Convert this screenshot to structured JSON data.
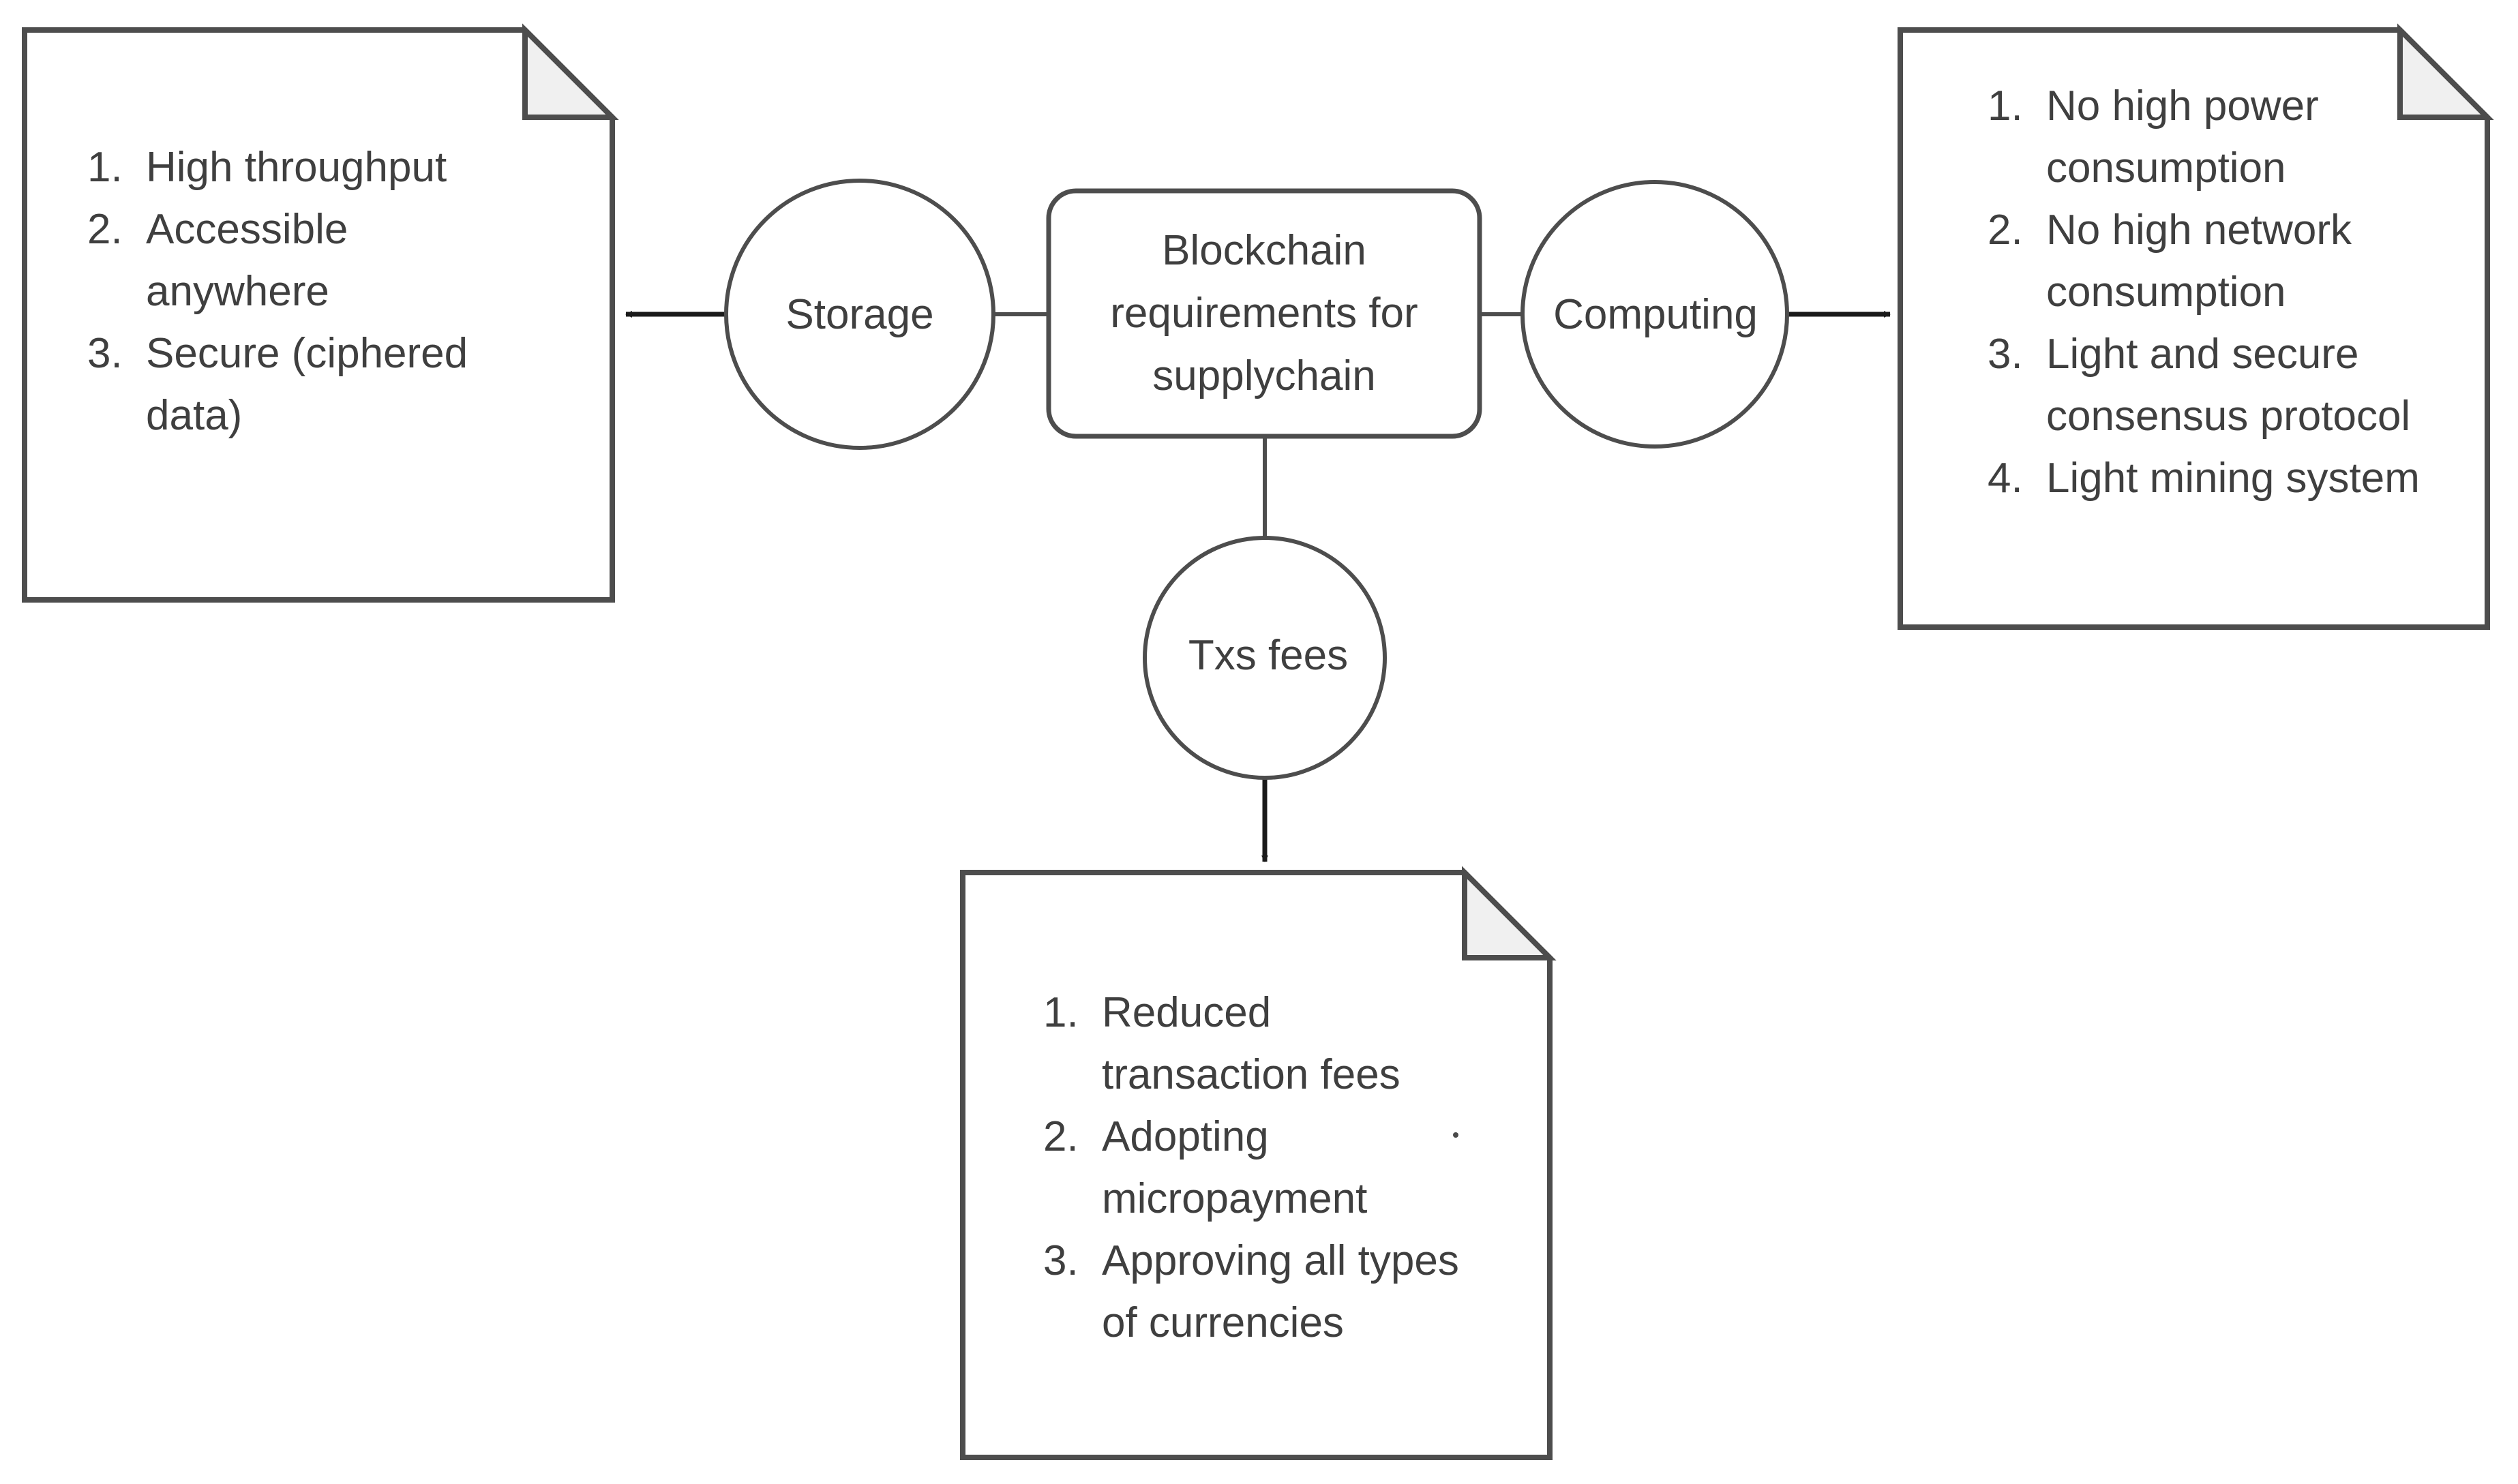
{
  "diagram": {
    "title": "Blockchain requirements for supplychain",
    "type": "concept-map",
    "colors": {
      "stroke": "#4d4d4d",
      "text": "#3f3f3f",
      "fold_fill": "#f0f0f0",
      "background": "#ffffff"
    },
    "center_node": {
      "name": "center-node",
      "shape": "rounded-rectangle",
      "lines": [
        "Blockchain",
        "requirements for",
        "supplychain"
      ]
    },
    "branch_nodes": [
      {
        "name": "storage-node",
        "shape": "circle",
        "label": "Storage",
        "direction": "left"
      },
      {
        "name": "computing-node",
        "shape": "circle",
        "label": "Computing",
        "direction": "right"
      },
      {
        "name": "txsfees-node",
        "shape": "circle",
        "label": "Txs fees",
        "direction": "down"
      }
    ],
    "notes": [
      {
        "name": "storage-note",
        "position": "left",
        "source": "Storage",
        "items": [
          {
            "num": "1.",
            "text": "High throughput"
          },
          {
            "num": "2.",
            "text": "Accessible anywhere"
          },
          {
            "num": "3.",
            "text": "Secure (ciphered data)"
          }
        ]
      },
      {
        "name": "computing-note",
        "position": "right",
        "source": "Computing",
        "items": [
          {
            "num": "1.",
            "text": "No high power consumption"
          },
          {
            "num": "2.",
            "text": "No high network consumption"
          },
          {
            "num": "3.",
            "text": "Light and secure consensus protocol"
          },
          {
            "num": "4.",
            "text": "Light mining system"
          }
        ]
      },
      {
        "name": "txsfees-note",
        "position": "bottom",
        "source": "Txs fees",
        "items": [
          {
            "num": "1.",
            "text": "Reduced transaction fees"
          },
          {
            "num": "2.",
            "text": "Adopting micropayment"
          },
          {
            "num": "3.",
            "text": "Approving all types of currencies"
          }
        ]
      }
    ],
    "connectors": [
      {
        "name": "connector-center-to-storage",
        "from": "center-node",
        "to": "storage-node",
        "arrow": false
      },
      {
        "name": "connector-storage-to-note",
        "from": "storage-node",
        "to": "storage-note",
        "arrow": true,
        "direction": "left"
      },
      {
        "name": "connector-center-to-computing",
        "from": "center-node",
        "to": "computing-node",
        "arrow": false
      },
      {
        "name": "connector-computing-to-note",
        "from": "computing-node",
        "to": "computing-note",
        "arrow": true,
        "direction": "right"
      },
      {
        "name": "connector-center-to-txsfees",
        "from": "center-node",
        "to": "txsfees-node",
        "arrow": false
      },
      {
        "name": "connector-txsfees-to-note",
        "from": "txsfees-node",
        "to": "txsfees-note",
        "arrow": true,
        "direction": "down"
      }
    ]
  }
}
